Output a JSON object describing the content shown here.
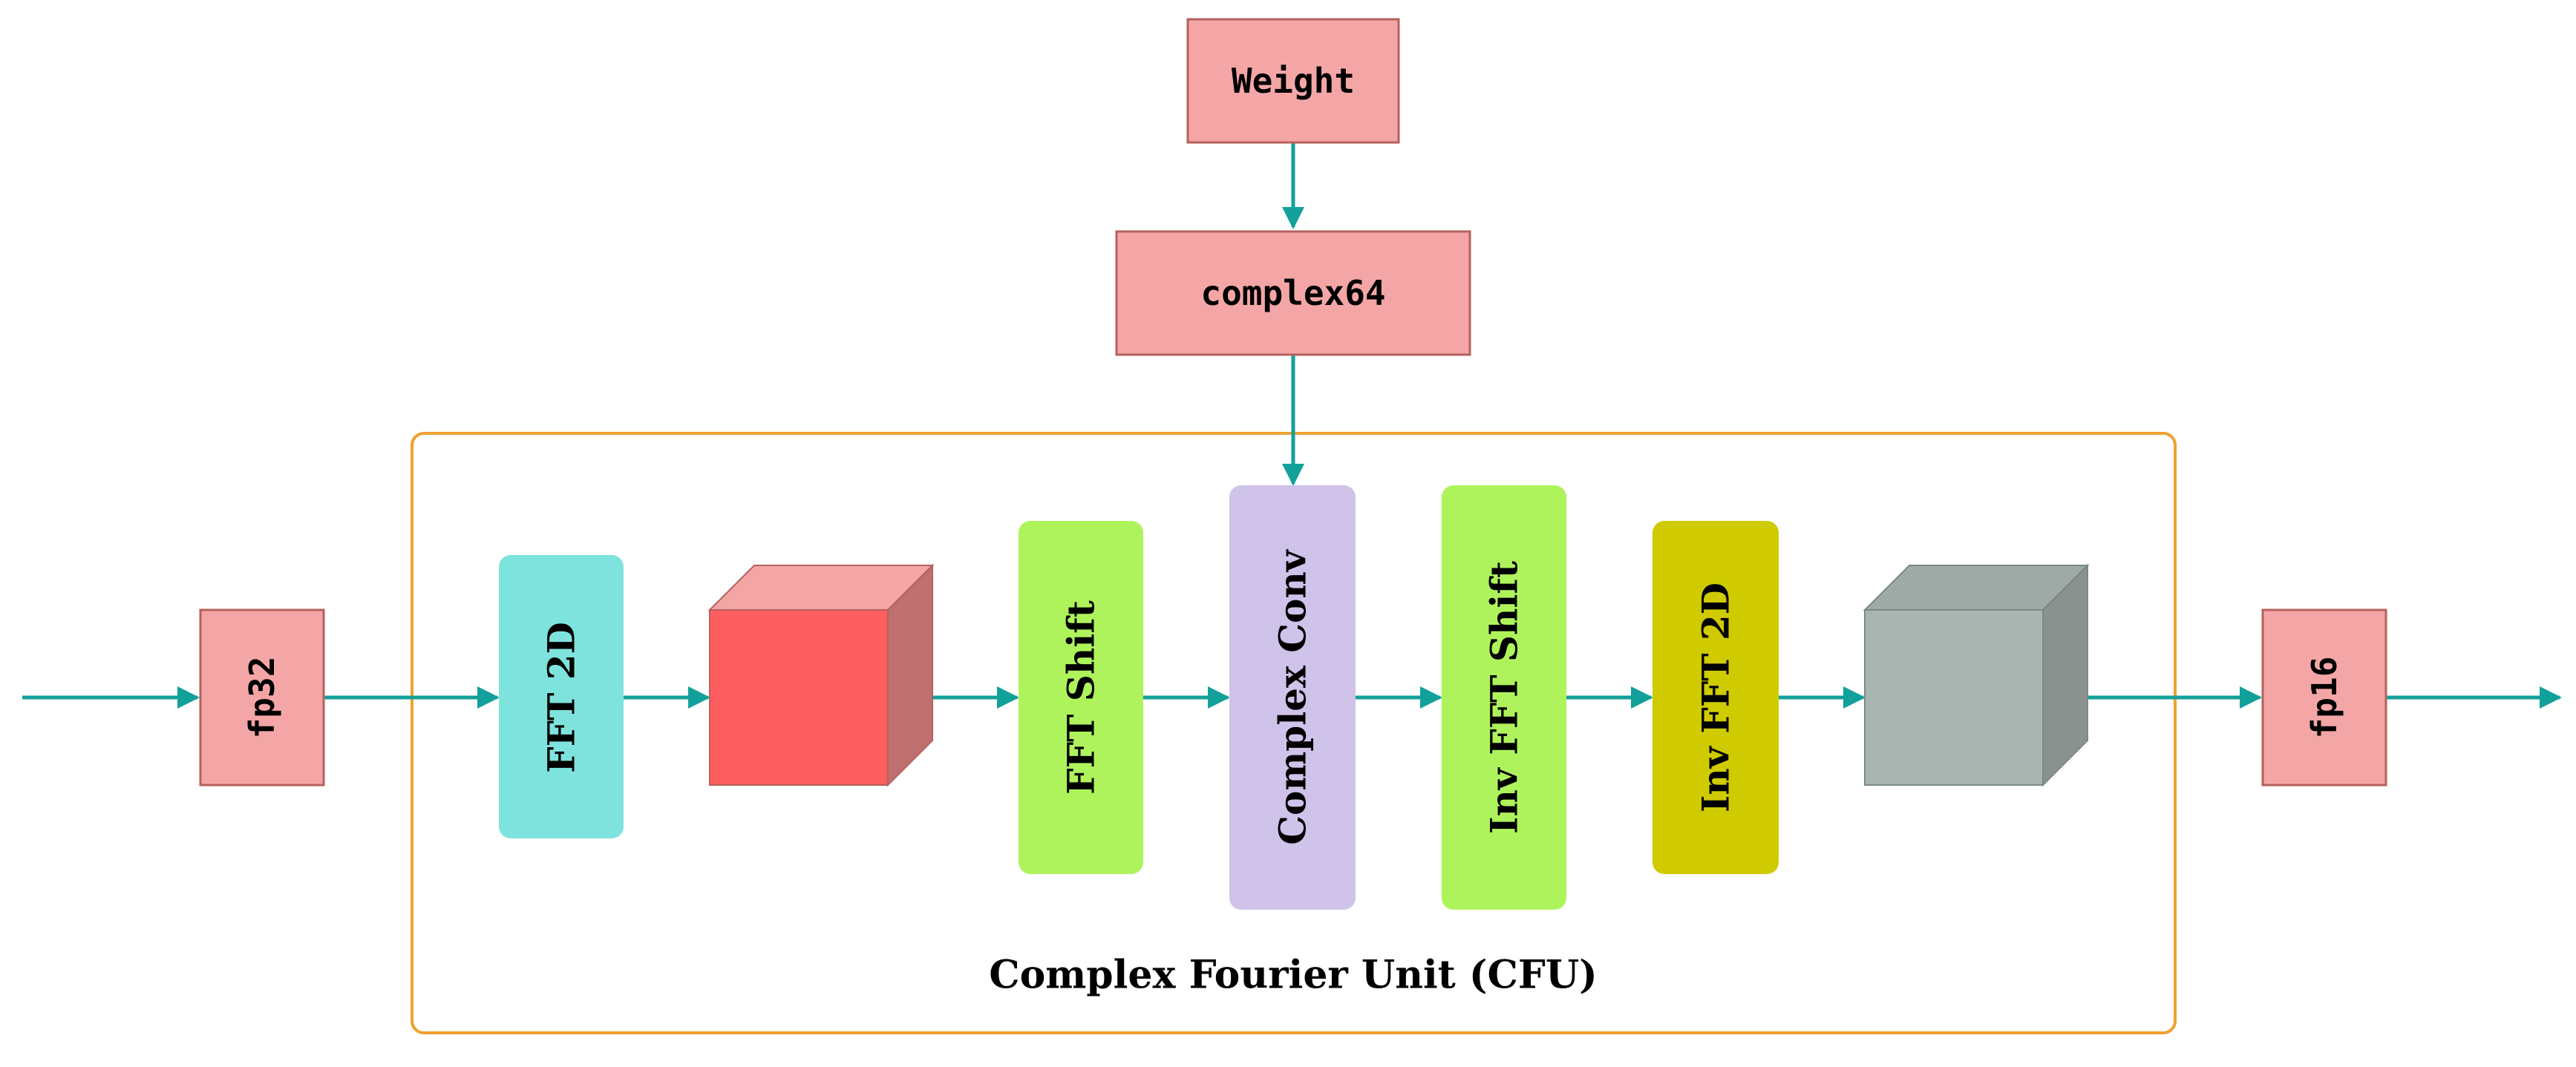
{
  "weight": {
    "label": "Weight"
  },
  "complex": {
    "label": "complex64"
  },
  "fp32": {
    "label": "fp32"
  },
  "fp16": {
    "label": "fp16"
  },
  "cfu": {
    "caption": "Complex Fourier Unit (CFU)",
    "fft2d": "FFT 2D",
    "fft_shift": "FFT Shift",
    "complex_conv": "Complex Conv",
    "inv_fft_shift": "Inv FFT Shift",
    "inv_fft2d": "Inv FFT 2D"
  },
  "colors": {
    "arrow": "#12a19a",
    "pink_box": "#f4a6a6",
    "pink_border": "#b5615c",
    "cfu_border": "#f0a030",
    "fft2d": "#7fe3dd",
    "fft_shift": "#aef35c",
    "complex_conv": "#cfc3ea",
    "inv_fft2d": "#cfcb00",
    "red_cube_front": "#ff5e60",
    "red_cube_top": "#f4a6a6",
    "red_cube_side": "#c07070",
    "gray_cube_front": "#a9b5b1",
    "gray_cube_top": "#9fa9a5",
    "gray_cube_side": "#8a918e"
  }
}
